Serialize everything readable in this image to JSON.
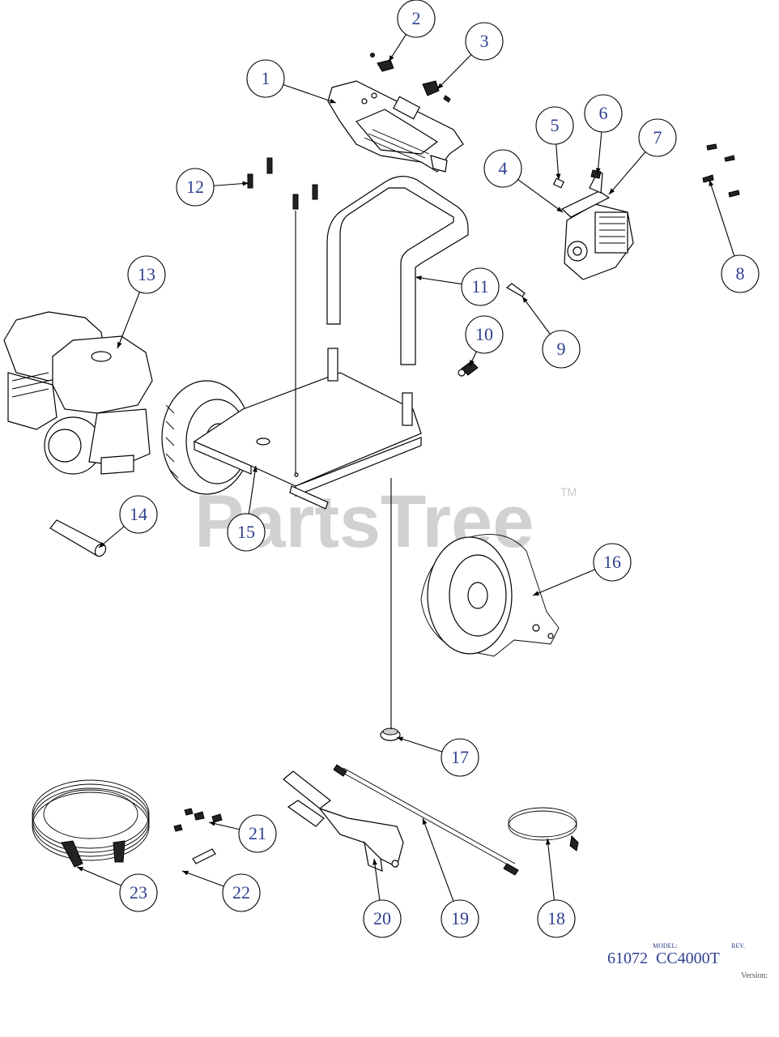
{
  "watermark": {
    "text": "PartsTree",
    "trademark": "TM"
  },
  "callouts": [
    "1",
    "2",
    "3",
    "4",
    "5",
    "6",
    "7",
    "8",
    "9",
    "10",
    "11",
    "12",
    "13",
    "14",
    "15",
    "16",
    "17",
    "18",
    "19",
    "20",
    "21",
    "22",
    "23"
  ],
  "title_block": {
    "code": "61072",
    "model_label": "MODEL:",
    "model": "CC4000T",
    "rev_label": "REV.",
    "version_label": "Version:"
  }
}
